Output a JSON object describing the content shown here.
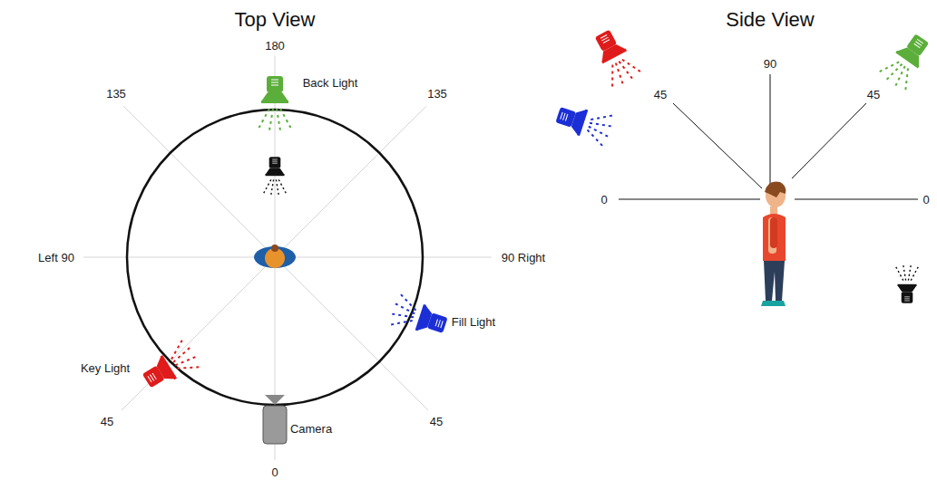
{
  "diagram": {
    "labels": [
      "Top View",
      "180",
      "135",
      "135",
      "Back Light",
      "Left 90",
      "90 Right",
      "Fill Light",
      "Key Light",
      "45",
      "45",
      "Camera",
      "0",
      "Side View",
      "90",
      "45",
      "45",
      "0",
      "0"
    ]
  }
}
